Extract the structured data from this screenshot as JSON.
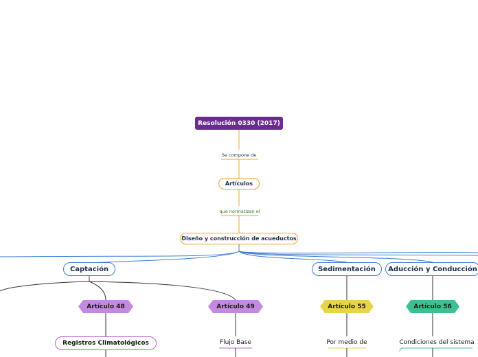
{
  "diagram": {
    "root": "Resolución 0330 (2017)",
    "link1": "Se compone de",
    "articulos": "Artículos",
    "link2": "que normatizan el",
    "design": "Diseño y construcción de acueductos",
    "branches": {
      "captacion": "Captación",
      "sedimentacion": "Sedimentación",
      "aduccion": "Aducción y Conducción"
    },
    "articles": {
      "a48": "Artículo 48",
      "a49": "Artículo 49",
      "a55": "Artículo 55",
      "a56": "Artículo 56"
    },
    "leaves": {
      "registros": "Registros Climatológicos",
      "flujo": "Flujo Base",
      "por_medio": "Por medio de",
      "condiciones": "Condiciones del sistema"
    }
  },
  "colors": {
    "root": "#6a2c8f",
    "orange": "#f0a020",
    "blue": "#3a7bd5",
    "purple_hex": "#c38ae0",
    "yellow_hex": "#e8d44a",
    "green_hex": "#3fbf8f"
  }
}
